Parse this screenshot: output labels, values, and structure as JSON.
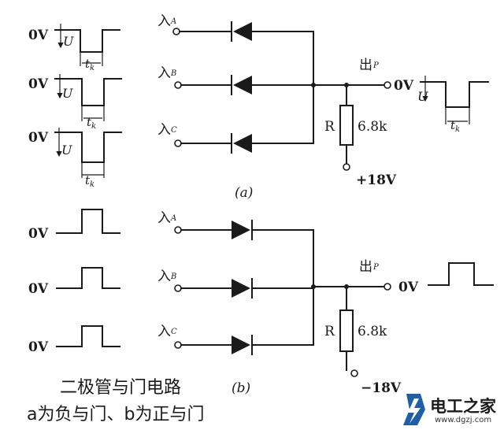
{
  "labels": {
    "zero_v": "0V",
    "u": "U",
    "tk": "t",
    "tk_sub": "k",
    "in_char": "入",
    "in_a_sub": "A",
    "in_b_sub": "B",
    "in_c_sub": "C",
    "out_char": "出",
    "out_sub": "P",
    "resistor": "R",
    "resistance_value": "6.8k",
    "supply_a": "+18V",
    "supply_b": "−18V",
    "panel_a": "(a)",
    "panel_b": "(b)"
  },
  "caption": {
    "line1": "二极管与门电路",
    "line2": "a为负与门、b为正与门"
  },
  "watermark": {
    "brand": "电工之家",
    "url": "www.dgzj.com"
  },
  "colors": {
    "ink": "#1a1a1a",
    "logo_blue": "#1e5fa8"
  }
}
